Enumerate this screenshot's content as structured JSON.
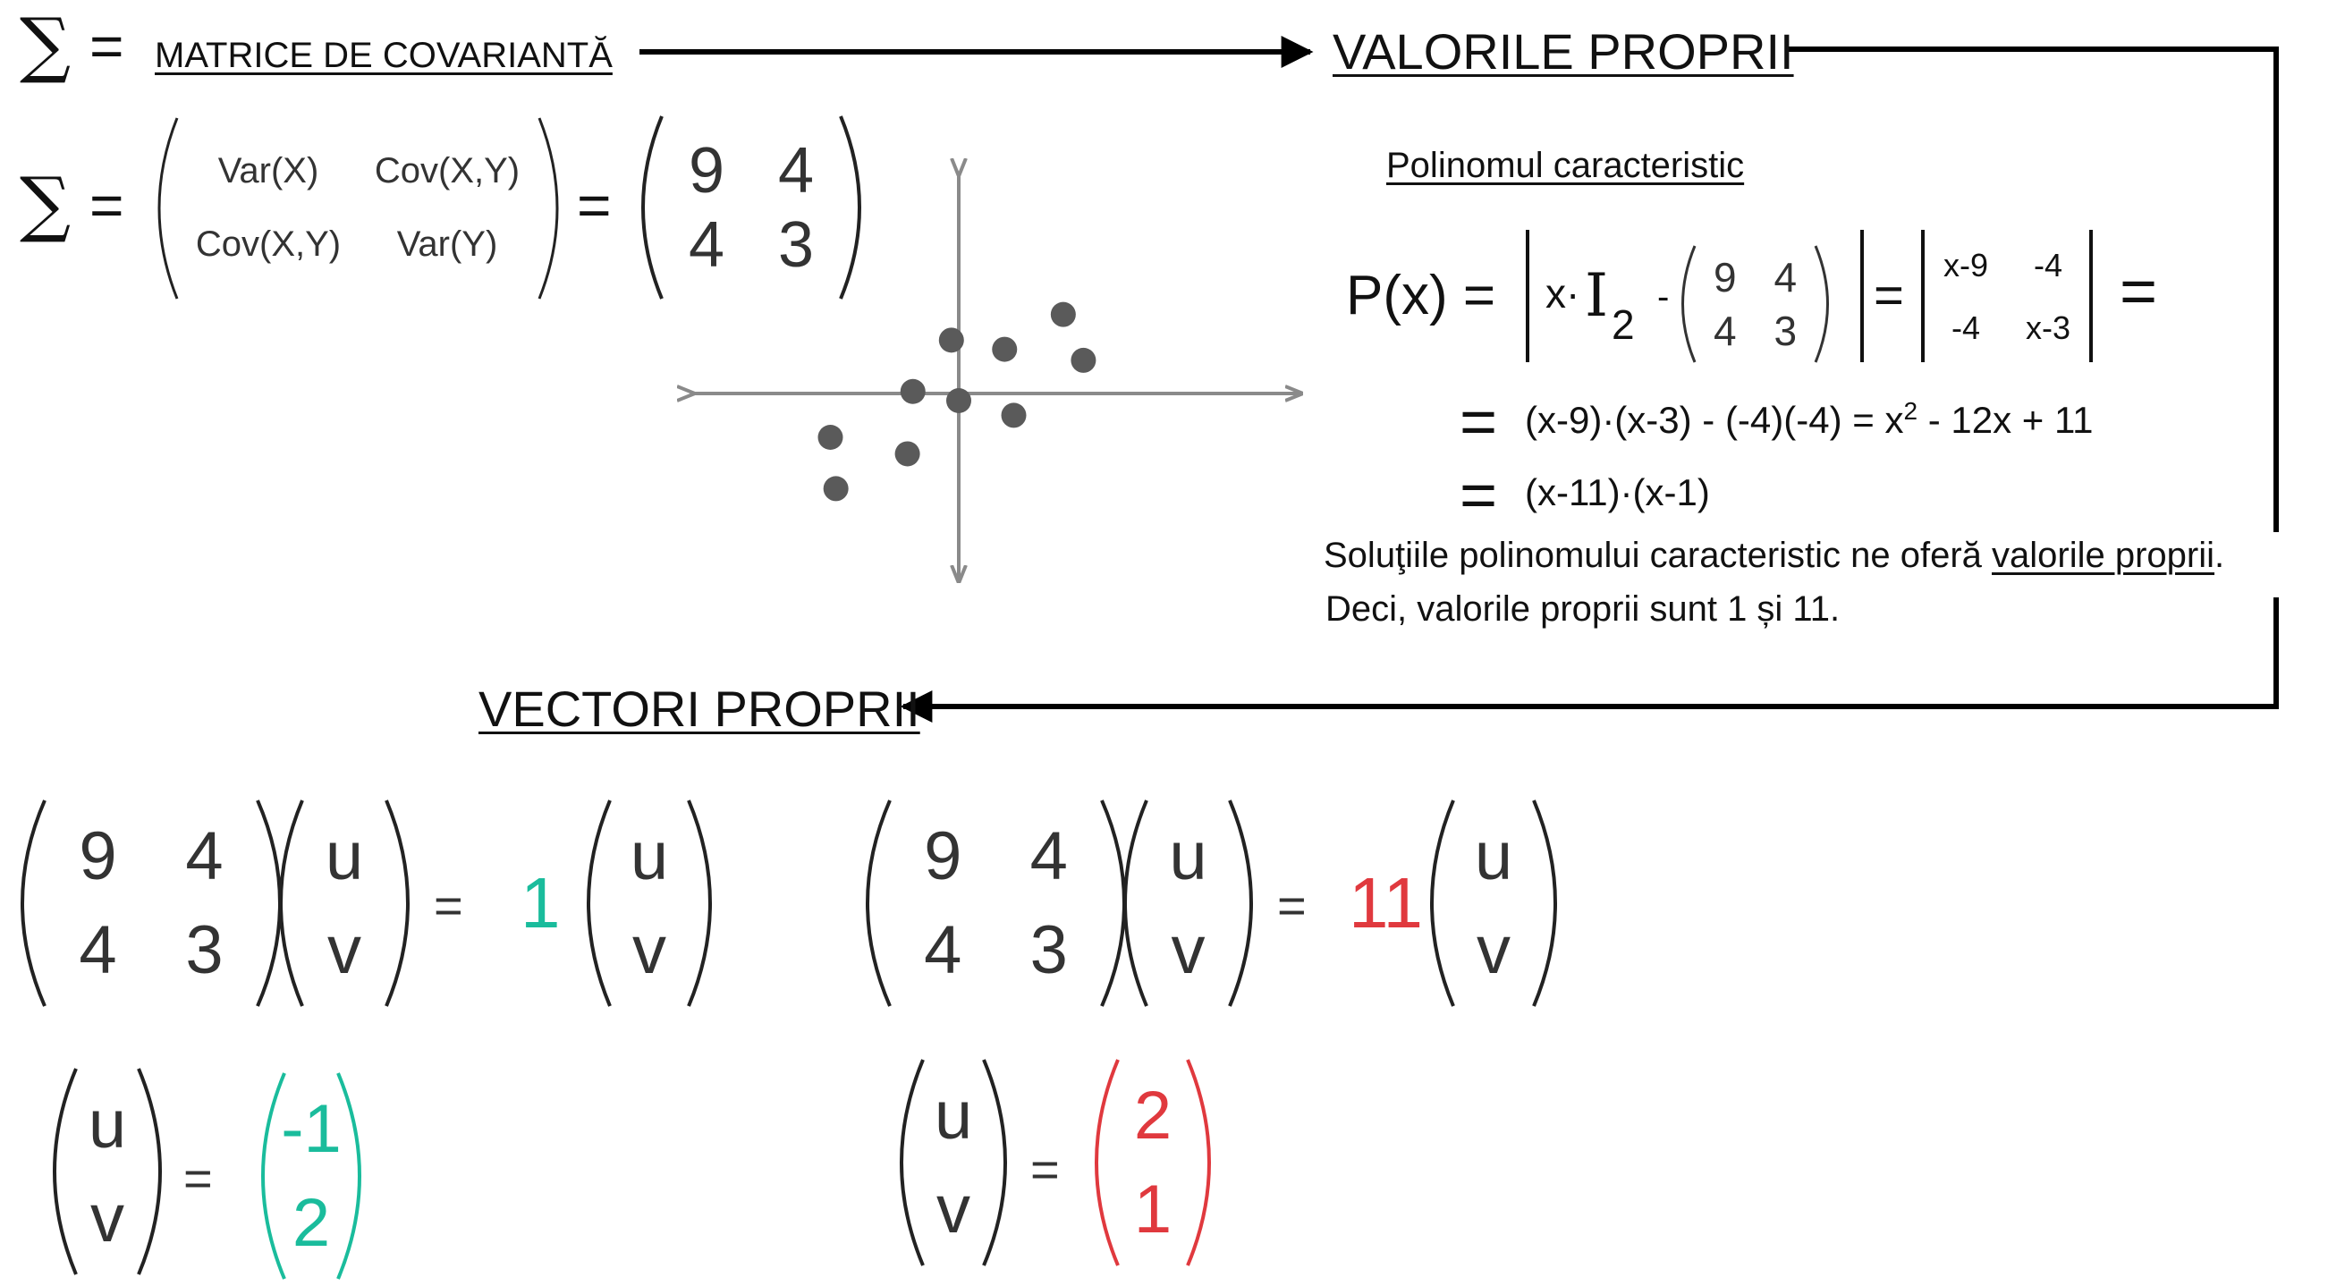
{
  "header": {
    "sigma": "∑",
    "equals": "=",
    "covariance_label": "MATRICE DE COVARIANTĂ",
    "eigenvalues_title": "VALORILE PROPRII",
    "eigenvectors_title": "VECTORI PROPRII"
  },
  "covariance": {
    "sigma": "∑",
    "equals": "=",
    "symbolic": [
      [
        "Var(X)",
        "Cov(X,Y)"
      ],
      [
        "Cov(X,Y)",
        "Var(Y)"
      ]
    ],
    "equals2": "=",
    "numeric": [
      [
        "9",
        "4"
      ],
      [
        "4",
        "3"
      ]
    ]
  },
  "scatter": {
    "points": [
      [
        -0.4,
        3.3
      ],
      [
        2.5,
        2.8
      ],
      [
        5.7,
        4.7
      ],
      [
        6.8,
        2.2
      ],
      [
        -2.5,
        0.5
      ],
      [
        0,
        0
      ],
      [
        3.0,
        -0.8
      ],
      [
        -2.8,
        -2.9
      ],
      [
        -7.0,
        -2.0
      ],
      [
        -6.7,
        -4.8
      ]
    ]
  },
  "polynomial": {
    "title": "Polinomul caracteristic",
    "lhs": "P(x) =",
    "x_dot": "x·",
    "identity": "I",
    "identity_sub": "2",
    "minus": "-",
    "m1": [
      [
        "9",
        "4"
      ],
      [
        "4",
        "3"
      ]
    ],
    "eq1": "=",
    "m2": [
      [
        "x-9",
        "-4"
      ],
      [
        "-4",
        "x-3"
      ]
    ],
    "eq2": "=",
    "eq3": "=",
    "line1_pre": "(x-9)·(x-3) - (-4)(-4) = x",
    "line1_sup": "2",
    "line1_post": " - 12x + 11",
    "eq4": "=",
    "line2": "(x-11)·(x-1)",
    "sol_pre": "Soluţiile polinomului caracteristic ne oferă ",
    "sol_link": "valorile proprii",
    "sol_post": ".",
    "conclusion": "Deci, valorile proprii sunt  1 și 11."
  },
  "eq_left": {
    "m": [
      [
        "9",
        "4"
      ],
      [
        "4",
        "3"
      ]
    ],
    "v": [
      "u",
      "v"
    ],
    "equals": "=",
    "lambda": "1",
    "v2": [
      "u",
      "v"
    ],
    "vec_lhs": [
      "u",
      "v"
    ],
    "vec_eq": "=",
    "result": [
      "-1",
      "2"
    ]
  },
  "eq_right": {
    "m": [
      [
        "9",
        "4"
      ],
      [
        "4",
        "3"
      ]
    ],
    "v": [
      "u",
      "v"
    ],
    "equals": "=",
    "lambda": "11",
    "v2": [
      "u",
      "v"
    ],
    "vec_lhs": [
      "u",
      "v"
    ],
    "vec_eq": "=",
    "result": [
      "2",
      "1"
    ]
  },
  "colors": {
    "teal": "#1abc9c",
    "red": "#e0393e",
    "point": "#5a5a5a",
    "axis": "#8a8a8a"
  }
}
